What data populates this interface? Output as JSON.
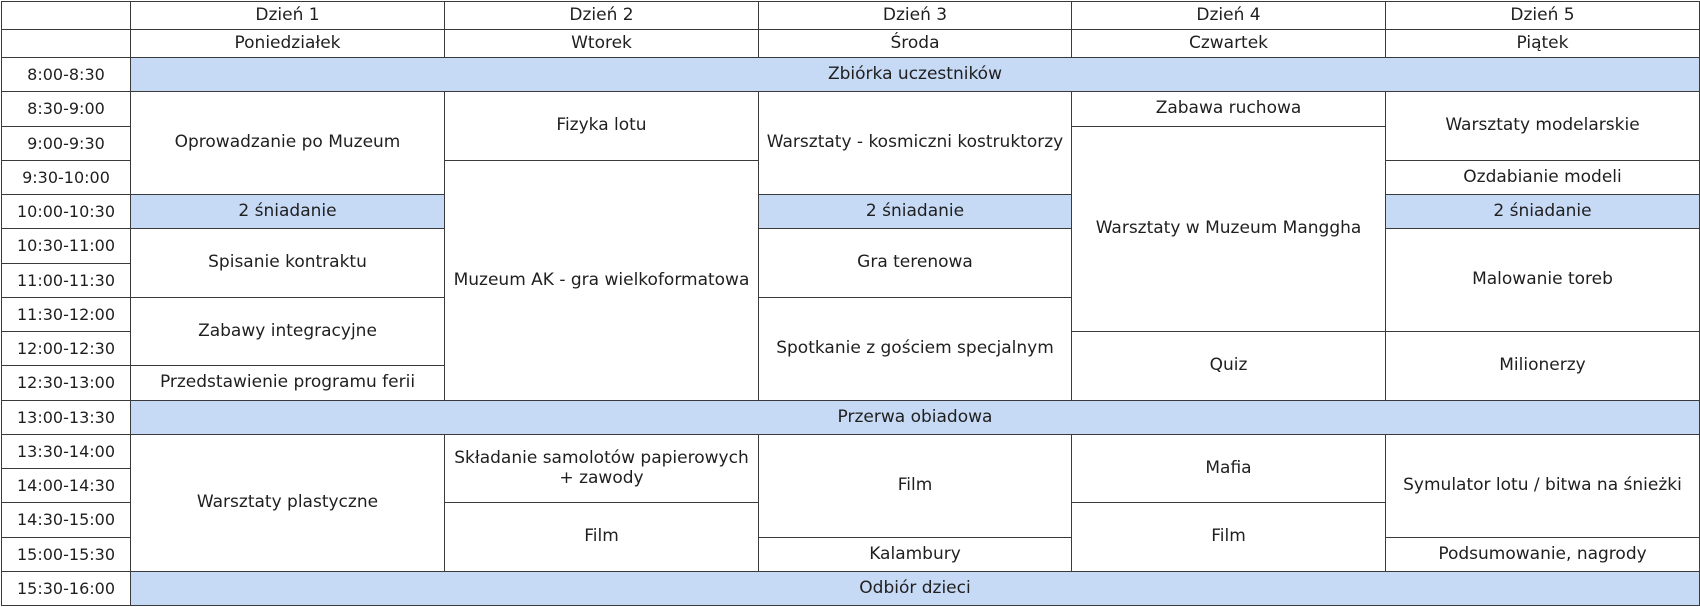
{
  "days": [
    "Dzień 1",
    "Dzień 2",
    "Dzień 3",
    "Dzień 4",
    "Dzień 5"
  ],
  "weekdays": [
    "Poniedziałek",
    "Wtorek",
    "Środa",
    "Czwartek",
    "Piątek"
  ],
  "times": [
    "8:00-8:30",
    "8:30-9:00",
    "9:00-9:30",
    "9:30-10:00",
    "10:00-10:30",
    "10:30-11:00",
    "11:00-11:30",
    "11:30-12:00",
    "12:00-12:30",
    "12:30-13:00",
    "13:00-13:30",
    "13:30-14:00",
    "14:00-14:30",
    "14:30-15:00",
    "15:00-15:30",
    "15:30-16:00"
  ],
  "highlight_color": "#c6d9f5",
  "events": [
    {
      "label": "Zbiórka uczestników",
      "col": 0,
      "colspan": 5,
      "row": 0,
      "rowspan": 1,
      "highlight": true
    },
    {
      "label": "Oprowadzanie po Muzeum",
      "col": 0,
      "colspan": 1,
      "row": 1,
      "rowspan": 3,
      "highlight": false
    },
    {
      "label": "2 śniadanie",
      "col": 0,
      "colspan": 1,
      "row": 4,
      "rowspan": 1,
      "highlight": true
    },
    {
      "label": "Spisanie kontraktu",
      "col": 0,
      "colspan": 1,
      "row": 5,
      "rowspan": 2,
      "highlight": false
    },
    {
      "label": "Zabawy integracyjne",
      "col": 0,
      "colspan": 1,
      "row": 7,
      "rowspan": 2,
      "highlight": false
    },
    {
      "label": "Przedstawienie programu ferii",
      "col": 0,
      "colspan": 1,
      "row": 9,
      "rowspan": 1,
      "highlight": false
    },
    {
      "label": "Warsztaty plastyczne",
      "col": 0,
      "colspan": 1,
      "row": 11,
      "rowspan": 4,
      "highlight": false
    },
    {
      "label": "Fizyka lotu",
      "col": 1,
      "colspan": 1,
      "row": 1,
      "rowspan": 2,
      "highlight": false
    },
    {
      "label": "Muzeum AK - gra wielkoformatowa",
      "col": 1,
      "colspan": 1,
      "row": 3,
      "rowspan": 7,
      "highlight": false
    },
    {
      "label": "Składanie samolotów papierowych + zawody",
      "col": 1,
      "colspan": 1,
      "row": 11,
      "rowspan": 2,
      "highlight": false
    },
    {
      "label": "Film",
      "col": 1,
      "colspan": 1,
      "row": 13,
      "rowspan": 2,
      "highlight": false
    },
    {
      "label": "Warsztaty - kosmiczni kostruktorzy",
      "col": 2,
      "colspan": 1,
      "row": 1,
      "rowspan": 3,
      "highlight": false
    },
    {
      "label": "2 śniadanie",
      "col": 2,
      "colspan": 1,
      "row": 4,
      "rowspan": 1,
      "highlight": true
    },
    {
      "label": "Gra terenowa",
      "col": 2,
      "colspan": 1,
      "row": 5,
      "rowspan": 2,
      "highlight": false
    },
    {
      "label": "Spotkanie z gościem specjalnym",
      "col": 2,
      "colspan": 1,
      "row": 7,
      "rowspan": 3,
      "highlight": false
    },
    {
      "label": "Film",
      "col": 2,
      "colspan": 1,
      "row": 11,
      "rowspan": 3,
      "highlight": false
    },
    {
      "label": "Kalambury",
      "col": 2,
      "colspan": 1,
      "row": 14,
      "rowspan": 1,
      "highlight": false
    },
    {
      "label": "Zabawa ruchowa",
      "col": 3,
      "colspan": 1,
      "row": 1,
      "rowspan": 1,
      "highlight": false
    },
    {
      "label": "Warsztaty w Muzeum Manggha",
      "col": 3,
      "colspan": 1,
      "row": 2,
      "rowspan": 6,
      "highlight": false
    },
    {
      "label": "Quiz",
      "col": 3,
      "colspan": 1,
      "row": 8,
      "rowspan": 2,
      "highlight": false
    },
    {
      "label": "Mafia",
      "col": 3,
      "colspan": 1,
      "row": 11,
      "rowspan": 2,
      "highlight": false
    },
    {
      "label": "Film",
      "col": 3,
      "colspan": 1,
      "row": 13,
      "rowspan": 2,
      "highlight": false
    },
    {
      "label": "Warsztaty modelarskie",
      "col": 4,
      "colspan": 1,
      "row": 1,
      "rowspan": 2,
      "highlight": false
    },
    {
      "label": "Ozdabianie modeli",
      "col": 4,
      "colspan": 1,
      "row": 3,
      "rowspan": 1,
      "highlight": false
    },
    {
      "label": "2 śniadanie",
      "col": 4,
      "colspan": 1,
      "row": 4,
      "rowspan": 1,
      "highlight": true
    },
    {
      "label": "Malowanie toreb",
      "col": 4,
      "colspan": 1,
      "row": 5,
      "rowspan": 3,
      "highlight": false
    },
    {
      "label": "Milionerzy",
      "col": 4,
      "colspan": 1,
      "row": 8,
      "rowspan": 2,
      "highlight": false
    },
    {
      "label": "Symulator lotu / bitwa na śnieżki",
      "col": 4,
      "colspan": 1,
      "row": 11,
      "rowspan": 3,
      "highlight": false
    },
    {
      "label": "Podsumowanie, nagrody",
      "col": 4,
      "colspan": 1,
      "row": 14,
      "rowspan": 1,
      "highlight": false
    },
    {
      "label": "Przerwa obiadowa",
      "col": 0,
      "colspan": 5,
      "row": 10,
      "rowspan": 1,
      "highlight": true
    },
    {
      "label": "Odbiór dzieci",
      "col": 0,
      "colspan": 5,
      "row": 15,
      "rowspan": 1,
      "highlight": true
    }
  ]
}
